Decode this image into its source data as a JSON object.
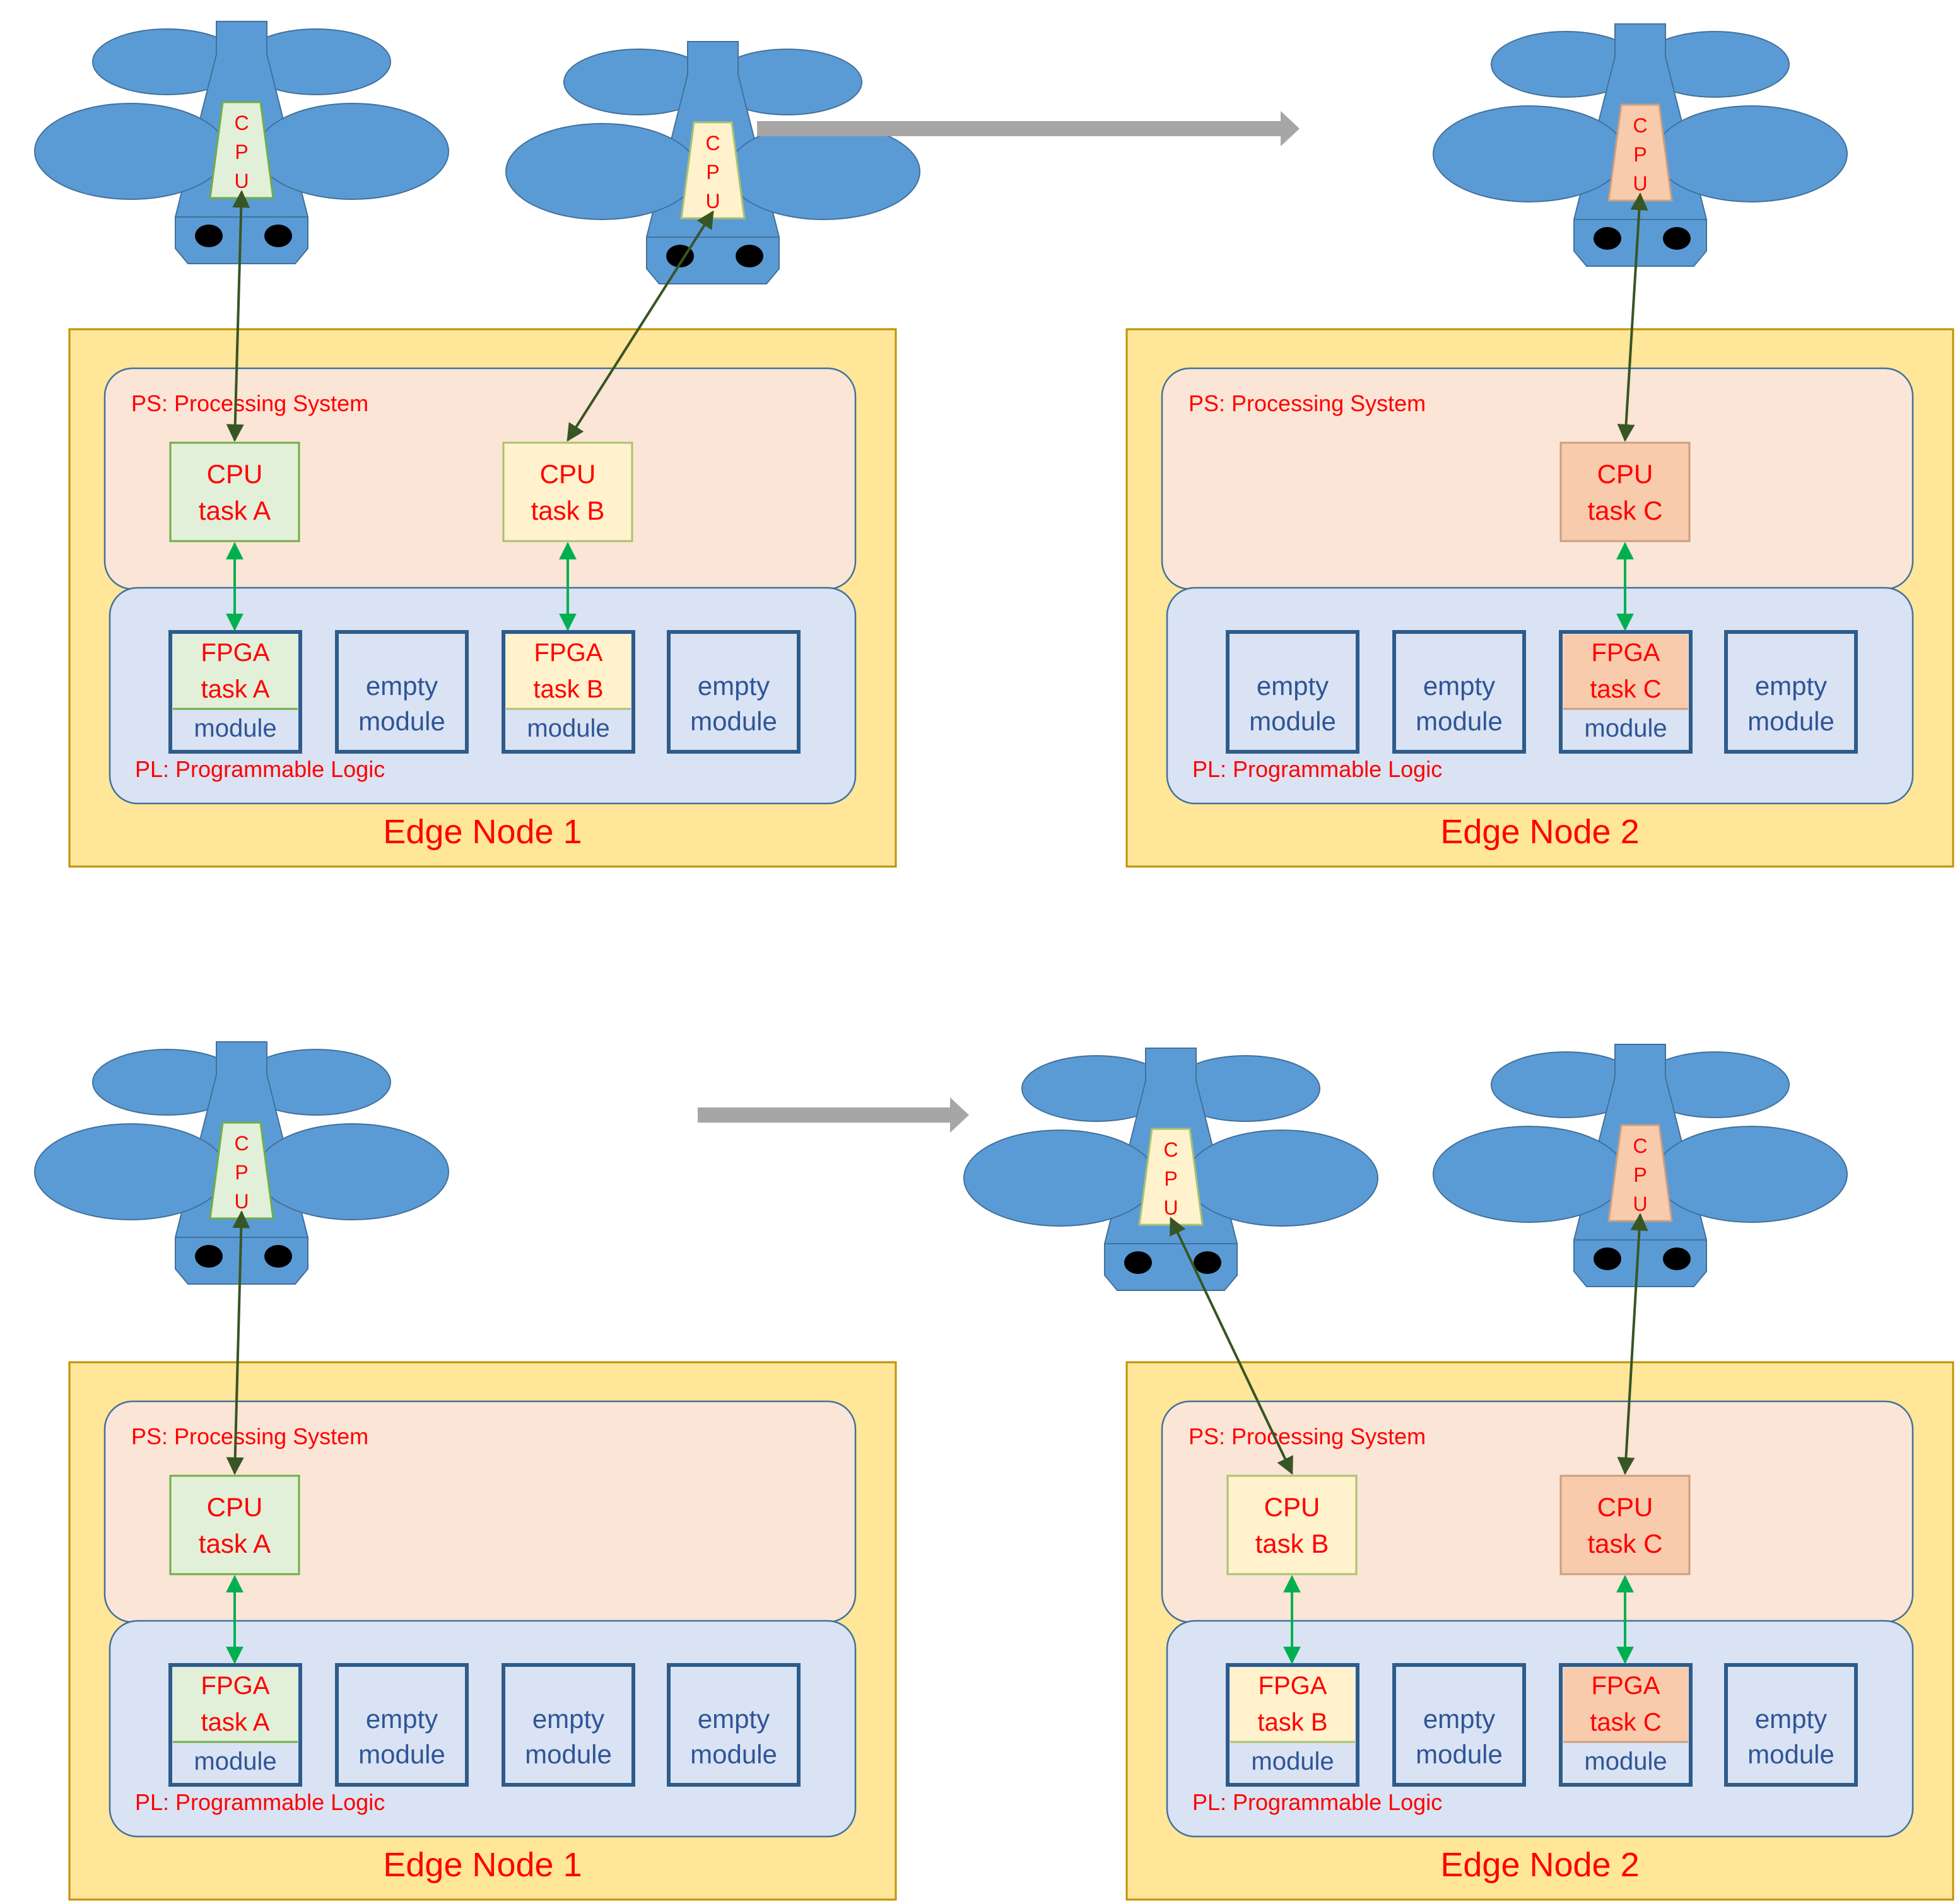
{
  "colors": {
    "drone_blue": "#5B9BD5",
    "drone_stroke": "#41719C",
    "node_fill": "#FFE699",
    "node_stroke": "#BF9000",
    "ps_fill": "#FBE5D6",
    "pl_fill": "#DAE3F3",
    "label_red": "#FF0000",
    "module_stroke": "#2E5C8A",
    "task_a_fill": "#E2F0D9",
    "task_a_stroke": "#70AD47",
    "task_b_fill": "#FFF2CC",
    "task_b_stroke": "#A9C270",
    "task_c_fill": "#F8CBAD",
    "task_c_stroke": "#C9A07F",
    "link_dark": "#375623",
    "link_green": "#00B050",
    "arrow_gray": "#A6A6A6",
    "text_blue": "#2F5597"
  },
  "labels": {
    "ps": "PS: Processing System",
    "pl": "PL: Programmable Logic",
    "node1": "Edge Node 1",
    "node2": "Edge Node 2",
    "cpu": "CPU",
    "fpga": "FPGA",
    "empty": "empty",
    "module": "module",
    "drone_cpu": [
      "C",
      "P",
      "U"
    ]
  },
  "tasks": {
    "A": "task A",
    "B": "task B",
    "C": "task C"
  },
  "scenarios": [
    {
      "id": "before",
      "nodes": [
        {
          "label_key": "node1",
          "cpu_tasks": [
            "A",
            "B"
          ],
          "modules": [
            "A",
            "empty",
            "B",
            "empty"
          ]
        },
        {
          "label_key": "node2",
          "cpu_tasks": [
            "C"
          ],
          "modules": [
            "empty",
            "empty",
            "C",
            "empty"
          ]
        }
      ],
      "drones": [
        {
          "task": "A",
          "node": 0
        },
        {
          "task": "B",
          "node": 0
        },
        {
          "task": "C",
          "node": 1
        }
      ]
    },
    {
      "id": "after",
      "nodes": [
        {
          "label_key": "node1",
          "cpu_tasks": [
            "A"
          ],
          "modules": [
            "A",
            "empty",
            "empty",
            "empty"
          ]
        },
        {
          "label_key": "node2",
          "cpu_tasks": [
            "B",
            "C"
          ],
          "modules": [
            "B",
            "empty",
            "C",
            "empty"
          ]
        }
      ],
      "drones": [
        {
          "task": "A",
          "node": 0
        },
        {
          "task": "B",
          "node": 1
        },
        {
          "task": "C",
          "node": 1
        }
      ]
    }
  ]
}
